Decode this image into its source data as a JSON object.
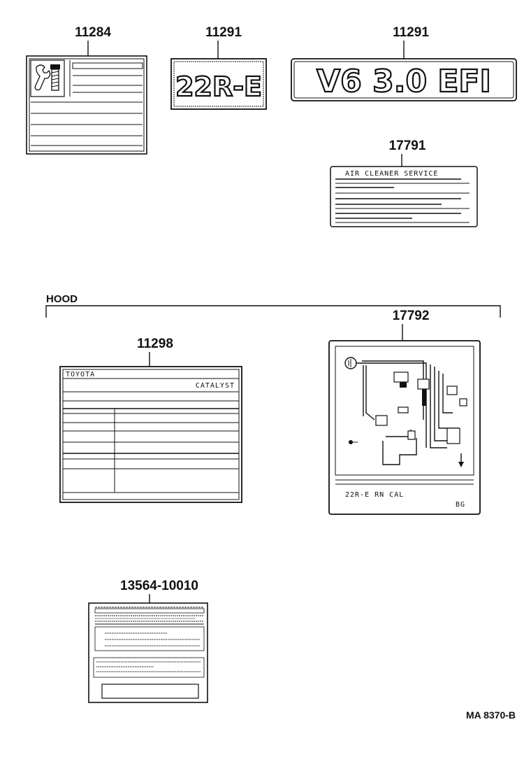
{
  "parts": {
    "p11284": "11284",
    "p11291a": "11291",
    "p11291b": "11291",
    "p17791": "17791",
    "p17792": "17792",
    "p11298": "11298",
    "p13564": "13564-10010"
  },
  "labels": {
    "engine_22re": "22R-E",
    "engine_v6": "V6 3.0 EFI",
    "air_cleaner": "AIR CLEANER SERVICE",
    "toyota": "TOYOTA",
    "catalyst": "CATALYST",
    "vacuum_code": "22R-E RN CAL",
    "vacuum_corner": "BG"
  },
  "sections": {
    "hood": "HOOD"
  },
  "diagram_ref": "MA 8370-B",
  "icons": {
    "service": "wrench-and-bolt-icon"
  }
}
